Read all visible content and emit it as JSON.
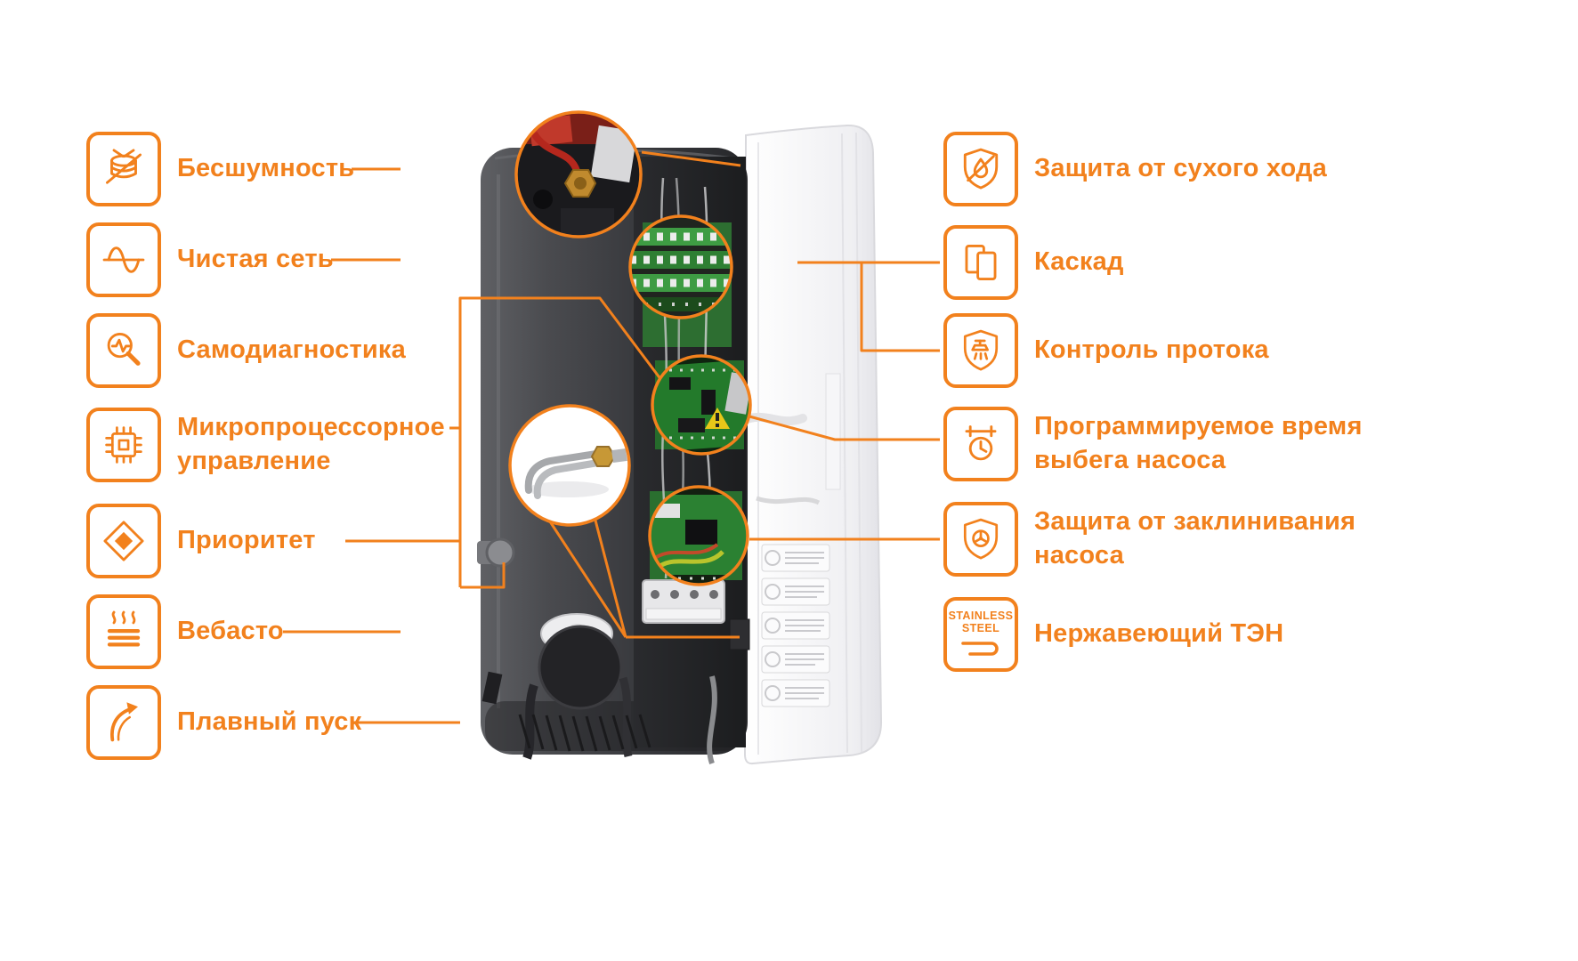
{
  "accent_color": "#F2811D",
  "left_features": [
    {
      "label": "Бесшумность",
      "icon": "muted-drum-icon"
    },
    {
      "label": "Чистая сеть",
      "icon": "sine-wave-icon"
    },
    {
      "label": "Самодиагностика",
      "icon": "self-diagnostics-magnifier-icon"
    },
    {
      "label": "Микропроцессорное управление",
      "icon": "microprocessor-chip-icon"
    },
    {
      "label": "Приоритет",
      "icon": "priority-diamond-icon"
    },
    {
      "label": "Вебасто",
      "icon": "webasto-heat-icon"
    },
    {
      "label": "Плавный пуск",
      "icon": "soft-start-arrow-icon"
    }
  ],
  "right_features": [
    {
      "label": "Защита от сухого хода",
      "icon": "dry-run-protection-shield-icon"
    },
    {
      "label": "Каскад",
      "icon": "cascade-boilers-icon"
    },
    {
      "label": "Контроль протока",
      "icon": "flow-control-shield-icon"
    },
    {
      "label": "Программируемое время выбега насоса",
      "icon": "pump-runout-timer-icon"
    },
    {
      "label": "Защита от заклинивания насоса",
      "icon": "pump-jam-protection-shield-icon"
    },
    {
      "label": "Нержавеющий ТЭН",
      "icon": "stainless-heating-element-icon",
      "icon_text": [
        "STAINLESS",
        "STEEL"
      ]
    }
  ]
}
